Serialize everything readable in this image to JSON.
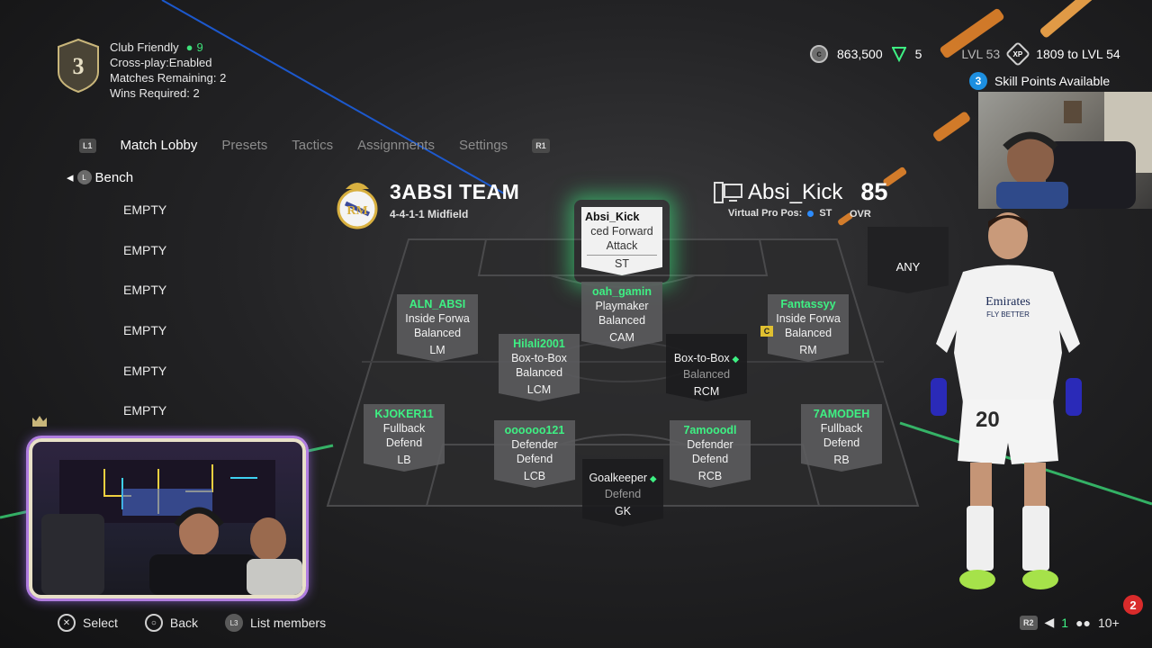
{
  "match": {
    "badge_number": "3",
    "mode": "Club Friendly",
    "players_count": "9",
    "crossplay": "Cross-play:Enabled",
    "matches_remaining": "Matches Remaining: 2",
    "wins_required": "Wins Required: 2"
  },
  "stats": {
    "coins": "863,500",
    "shields": "5",
    "level": "LVL 53",
    "xp_icon": "XP",
    "xp_to_next": "1809 to LVL 54",
    "skill_points_count": "3",
    "skill_points_label": "Skill Points Available"
  },
  "tabs": {
    "left_button": "L1",
    "right_button": "R1",
    "items": [
      {
        "label": "Match Lobby"
      },
      {
        "label": "Presets"
      },
      {
        "label": "Tactics"
      },
      {
        "label": "Assignments"
      },
      {
        "label": "Settings"
      }
    ]
  },
  "bench": {
    "stick_label": "L",
    "title": "Bench",
    "items": [
      "EMPTY",
      "EMPTY",
      "EMPTY",
      "EMPTY",
      "EMPTY",
      "EMPTY"
    ]
  },
  "team": {
    "name": "3ABSI TEAM",
    "formation": "4-4-1-1 Midfield"
  },
  "pro": {
    "name": "Absi_Kick",
    "ovr": "85",
    "ovr_label": "OVR",
    "pos_label": "Virtual Pro Pos:",
    "pos_value": "ST",
    "any_label": "ANY"
  },
  "cards": [
    {
      "name": "Absi_Kick",
      "role": "ced Forward",
      "style": "Attack",
      "pos": "ST"
    },
    {
      "name": "ALN_ABSI",
      "role": "Inside Forwa",
      "style": "Balanced",
      "pos": "LM"
    },
    {
      "name": "oah_gamin",
      "role": "Playmaker",
      "style": "Balanced",
      "pos": "CAM"
    },
    {
      "name": "Fantassyy",
      "role": "Inside Forwa",
      "style": "Balanced",
      "pos": "RM"
    },
    {
      "name": "Hilali2001",
      "role": "Box-to-Box",
      "style": "Balanced",
      "pos": "LCM"
    },
    {
      "name": "",
      "role": "Box-to-Box",
      "style": "Balanced",
      "pos": "RCM"
    },
    {
      "name": "KJOKER11",
      "role": "Fullback",
      "style": "Defend",
      "pos": "LB"
    },
    {
      "name": "oooooo121",
      "role": "Defender",
      "style": "Defend",
      "pos": "LCB"
    },
    {
      "name": "7amooodl",
      "role": "Defender",
      "style": "Defend",
      "pos": "RCB"
    },
    {
      "name": "7AMODEH",
      "role": "Fullback",
      "style": "Defend",
      "pos": "RB"
    },
    {
      "name": "",
      "role": "Goalkeeper",
      "style": "Defend",
      "pos": "GK"
    }
  ],
  "captain_tag": "C",
  "kit_number": "20",
  "kit_sponsor": "Emirates",
  "kit_slogan": "FLY BETTER",
  "footer": {
    "select_label": "Select",
    "back_label": "Back",
    "l3_label": "L3",
    "list_members_label": "List members",
    "r2_label": "R2",
    "voice_count": "1",
    "party_count": "10+",
    "notification_count": "2"
  }
}
